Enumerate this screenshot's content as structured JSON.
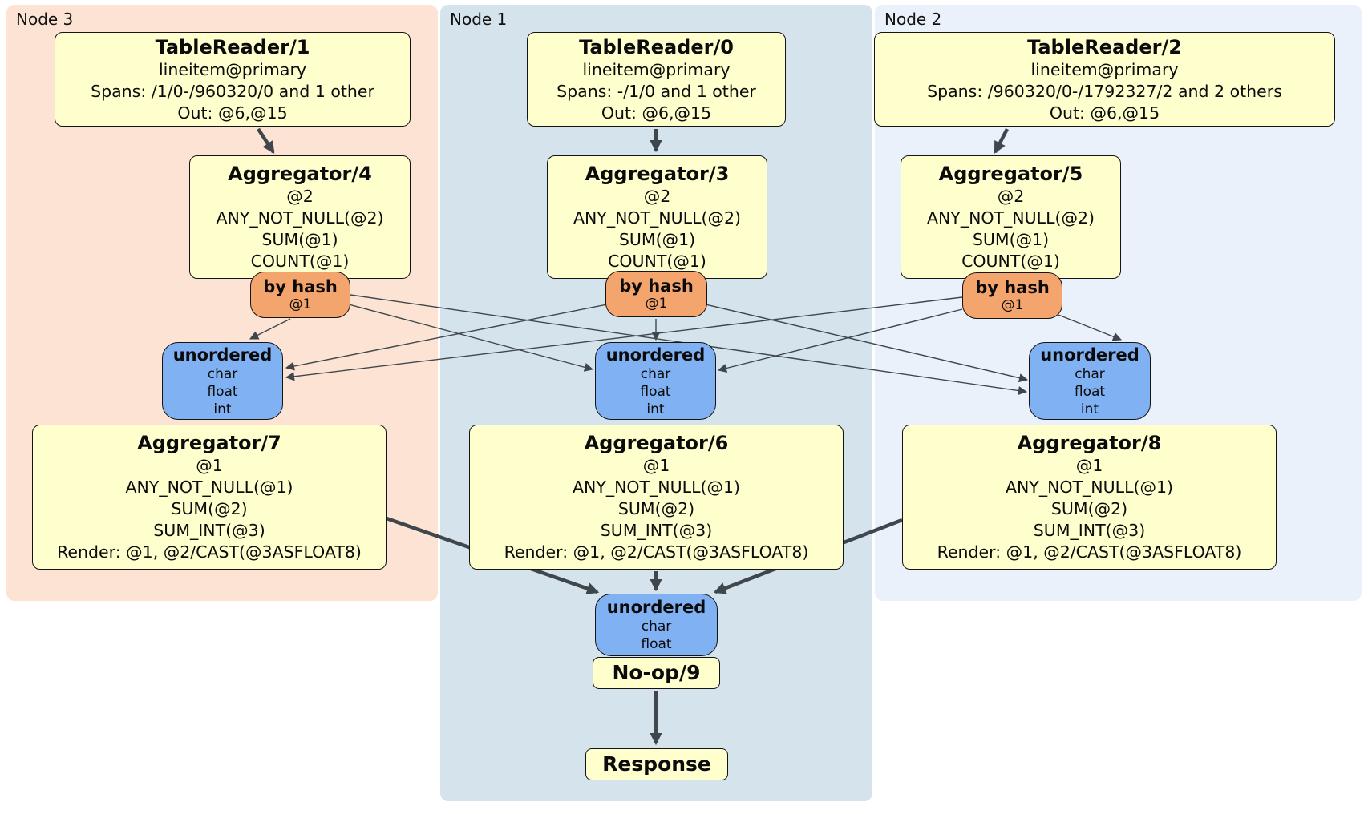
{
  "colors": {
    "background": "#ffffff",
    "node3_panel": "#fce3d4",
    "node1_panel": "#d5e3ed",
    "node2_panel": "#ebf1fa",
    "processor_box": "#ffffce",
    "router_box": "#f4a46d",
    "sync_box": "#7fb1f3",
    "edge": "#40474c"
  },
  "node3": {
    "label": "Node 3",
    "tablereader": {
      "title": "TableReader/1",
      "lines": [
        "lineitem@primary",
        "Spans: /1/0-/960320/0 and 1 other",
        "Out: @6,@15"
      ]
    },
    "aggregator_top": {
      "title": "Aggregator/4",
      "lines": [
        "@2",
        "ANY_NOT_NULL(@2)",
        "SUM(@1)",
        "COUNT(@1)"
      ]
    },
    "router": {
      "title": "by hash",
      "detail": "@1"
    },
    "sync": {
      "title": "unordered",
      "lines": [
        "char",
        "float",
        "int"
      ]
    },
    "aggregator_bottom": {
      "title": "Aggregator/7",
      "lines": [
        "@1",
        "ANY_NOT_NULL(@1)",
        "SUM(@2)",
        "SUM_INT(@3)",
        "Render: @1, @2/CAST(@3ASFLOAT8)"
      ]
    }
  },
  "node1": {
    "label": "Node 1",
    "tablereader": {
      "title": "TableReader/0",
      "lines": [
        "lineitem@primary",
        "Spans: -/1/0 and 1 other",
        "Out: @6,@15"
      ]
    },
    "aggregator_top": {
      "title": "Aggregator/3",
      "lines": [
        "@2",
        "ANY_NOT_NULL(@2)",
        "SUM(@1)",
        "COUNT(@1)"
      ]
    },
    "router": {
      "title": "by hash",
      "detail": "@1"
    },
    "sync": {
      "title": "unordered",
      "lines": [
        "char",
        "float",
        "int"
      ]
    },
    "aggregator_bottom": {
      "title": "Aggregator/6",
      "lines": [
        "@1",
        "ANY_NOT_NULL(@1)",
        "SUM(@2)",
        "SUM_INT(@3)",
        "Render: @1, @2/CAST(@3ASFLOAT8)"
      ]
    },
    "final_sync": {
      "title": "unordered",
      "lines": [
        "char",
        "float"
      ]
    },
    "noop": {
      "title": "No-op/9"
    },
    "response": {
      "title": "Response"
    }
  },
  "node2": {
    "label": "Node 2",
    "tablereader": {
      "title": "TableReader/2",
      "lines": [
        "lineitem@primary",
        "Spans: /960320/0-/1792327/2 and 2 others",
        "Out: @6,@15"
      ]
    },
    "aggregator_top": {
      "title": "Aggregator/5",
      "lines": [
        "@2",
        "ANY_NOT_NULL(@2)",
        "SUM(@1)",
        "COUNT(@1)"
      ]
    },
    "router": {
      "title": "by hash",
      "detail": "@1"
    },
    "sync": {
      "title": "unordered",
      "lines": [
        "char",
        "float",
        "int"
      ]
    },
    "aggregator_bottom": {
      "title": "Aggregator/8",
      "lines": [
        "@1",
        "ANY_NOT_NULL(@1)",
        "SUM(@2)",
        "SUM_INT(@3)",
        "Render: @1, @2/CAST(@3ASFLOAT8)"
      ]
    }
  }
}
